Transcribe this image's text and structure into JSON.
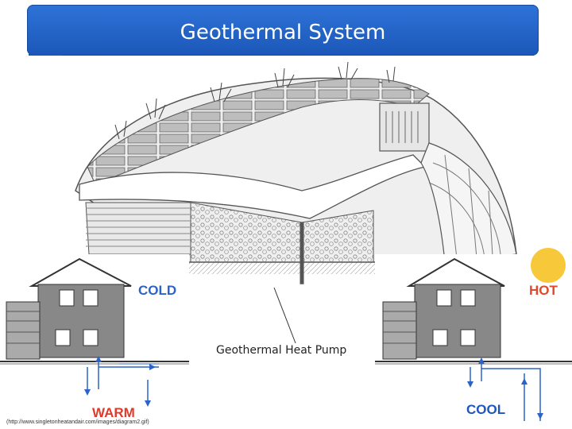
{
  "header": {
    "title": "Geothermal System"
  },
  "labels": {
    "cold": "COLD",
    "hot": "HOT",
    "warm": "WARM",
    "cool": "COOL",
    "pump": "Geothermal Heat Pump"
  },
  "source": "(http://www.singletonheatandair.com/images/diagram2.gif)",
  "colors": {
    "banner": "#2164cc",
    "cold": "#2b63c9",
    "hot": "#e04a2a",
    "warm": "#e03a2a",
    "cool": "#1e55c0",
    "arrow": "#2b63c9"
  }
}
